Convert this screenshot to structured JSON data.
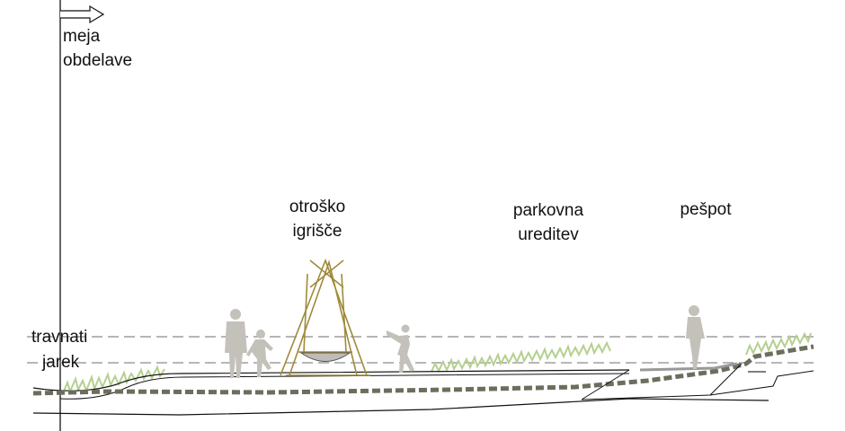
{
  "labels": {
    "boundary": [
      "meja",
      "obdelave"
    ],
    "playground": [
      "otroško",
      "igrišče"
    ],
    "park": [
      "parkovna",
      "ureditev"
    ],
    "footpath": [
      "pešpot"
    ],
    "ditch": [
      "travnati",
      "jarek"
    ]
  },
  "colors": {
    "grass": "#b5d08f",
    "figure": "#c4c1bb",
    "swing": "#a08a3a",
    "dashed_soil": "#6b6e5c",
    "guide_line": "#8a8a8a"
  }
}
